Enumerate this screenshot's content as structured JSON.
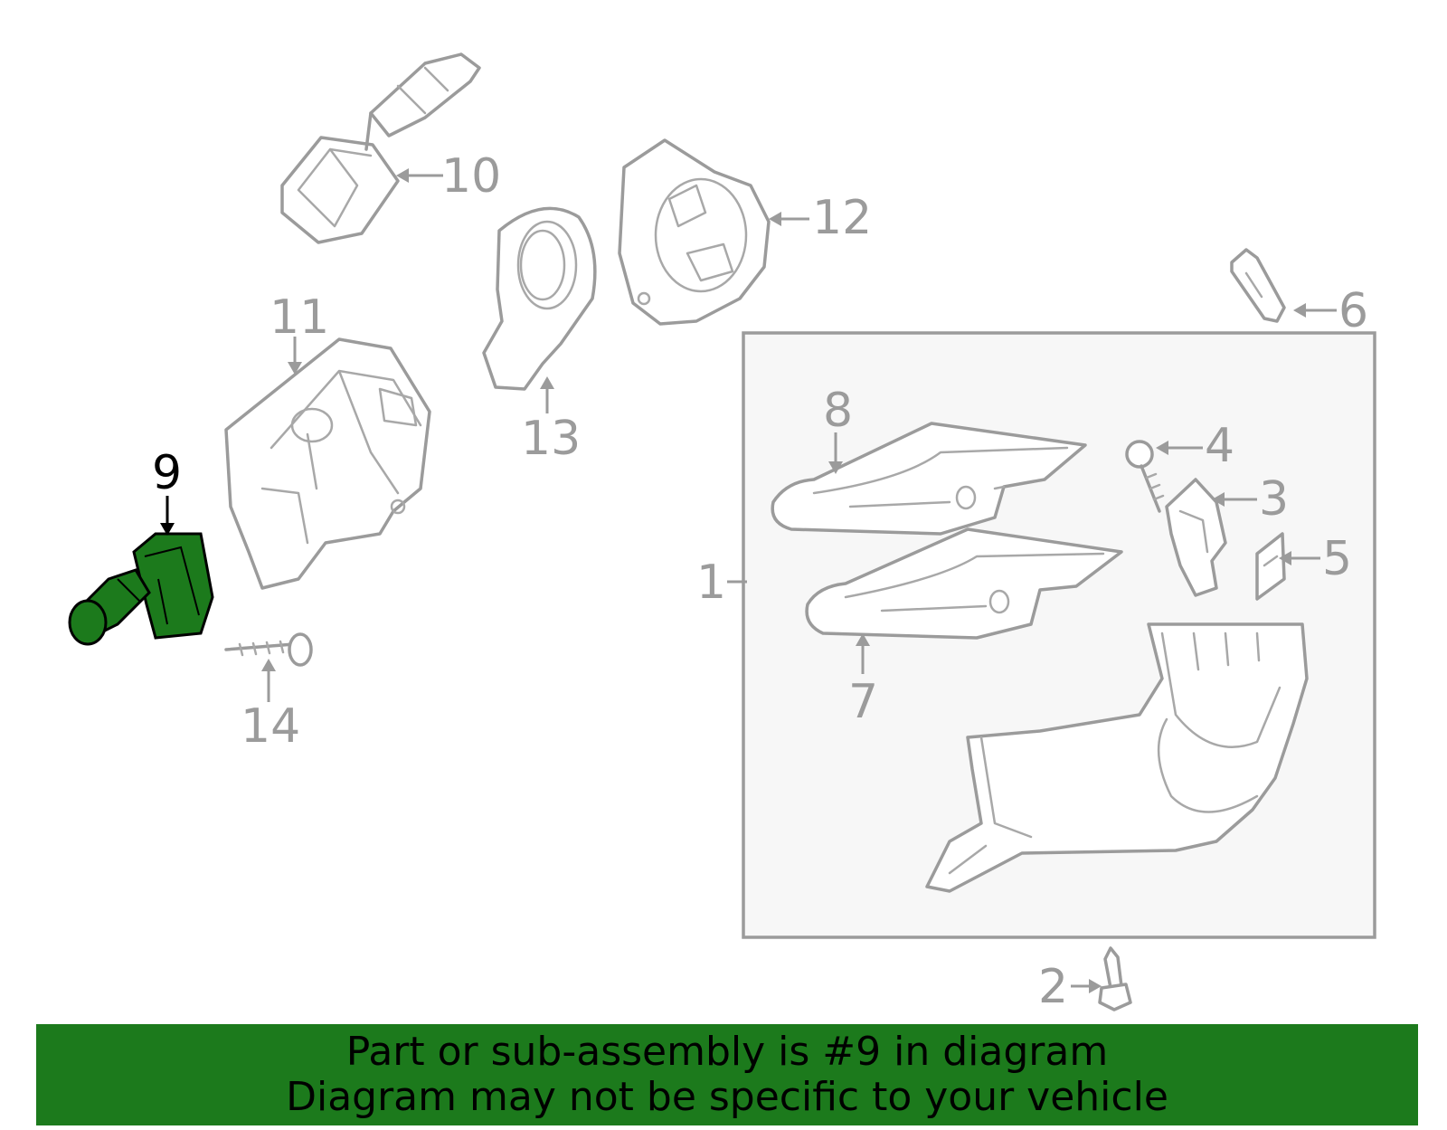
{
  "diagram": {
    "callouts": [
      {
        "id": "1",
        "label": "1",
        "highlighted": false
      },
      {
        "id": "2",
        "label": "2",
        "highlighted": false
      },
      {
        "id": "3",
        "label": "3",
        "highlighted": false
      },
      {
        "id": "4",
        "label": "4",
        "highlighted": false
      },
      {
        "id": "5",
        "label": "5",
        "highlighted": false
      },
      {
        "id": "6",
        "label": "6",
        "highlighted": false
      },
      {
        "id": "7",
        "label": "7",
        "highlighted": false
      },
      {
        "id": "8",
        "label": "8",
        "highlighted": false
      },
      {
        "id": "9",
        "label": "9",
        "highlighted": true
      },
      {
        "id": "10",
        "label": "10",
        "highlighted": false
      },
      {
        "id": "11",
        "label": "11",
        "highlighted": false
      },
      {
        "id": "12",
        "label": "12",
        "highlighted": false
      },
      {
        "id": "13",
        "label": "13",
        "highlighted": false
      },
      {
        "id": "14",
        "label": "14",
        "highlighted": false
      }
    ],
    "colors": {
      "line_art": "#9b9b9b",
      "highlight_fill": "#1c7a1c",
      "highlight_stroke": "#000000",
      "panel_fill": "#f7f7f7",
      "banner": "#1c7a1c"
    }
  },
  "banner": {
    "line1": "Part or sub-assembly is #9 in diagram",
    "line2": "Diagram may not be specific to your vehicle"
  }
}
